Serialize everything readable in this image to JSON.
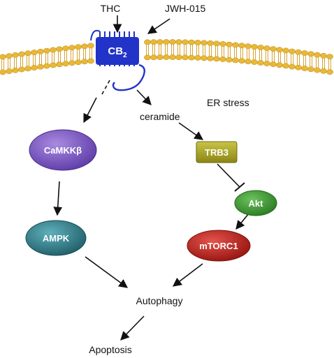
{
  "ligands": {
    "thc": "THC",
    "jwh": "JWH-015"
  },
  "receptor": {
    "name": "CB",
    "subscript": "2"
  },
  "labels": {
    "ceramide": "ceramide",
    "er_stress": "ER stress",
    "autophagy": "Autophagy",
    "apoptosis": "Apoptosis"
  },
  "nodes": {
    "camkkb": {
      "label": "CaMKKβ",
      "color": "#7b57c4"
    },
    "ampk": {
      "label": "AMPK",
      "color": "#2f7e89"
    },
    "trb3": {
      "label": "TRB3",
      "color": "#a8a424"
    },
    "akt": {
      "label": "Akt",
      "color": "#3f9a34"
    },
    "mtorc1": {
      "label": "mTORC1",
      "color": "#c0211b"
    }
  },
  "colors": {
    "membrane_head": "#e9b838",
    "membrane_tail": "#d39a1a",
    "receptor": "#2233c8",
    "arrow": "#111111"
  }
}
